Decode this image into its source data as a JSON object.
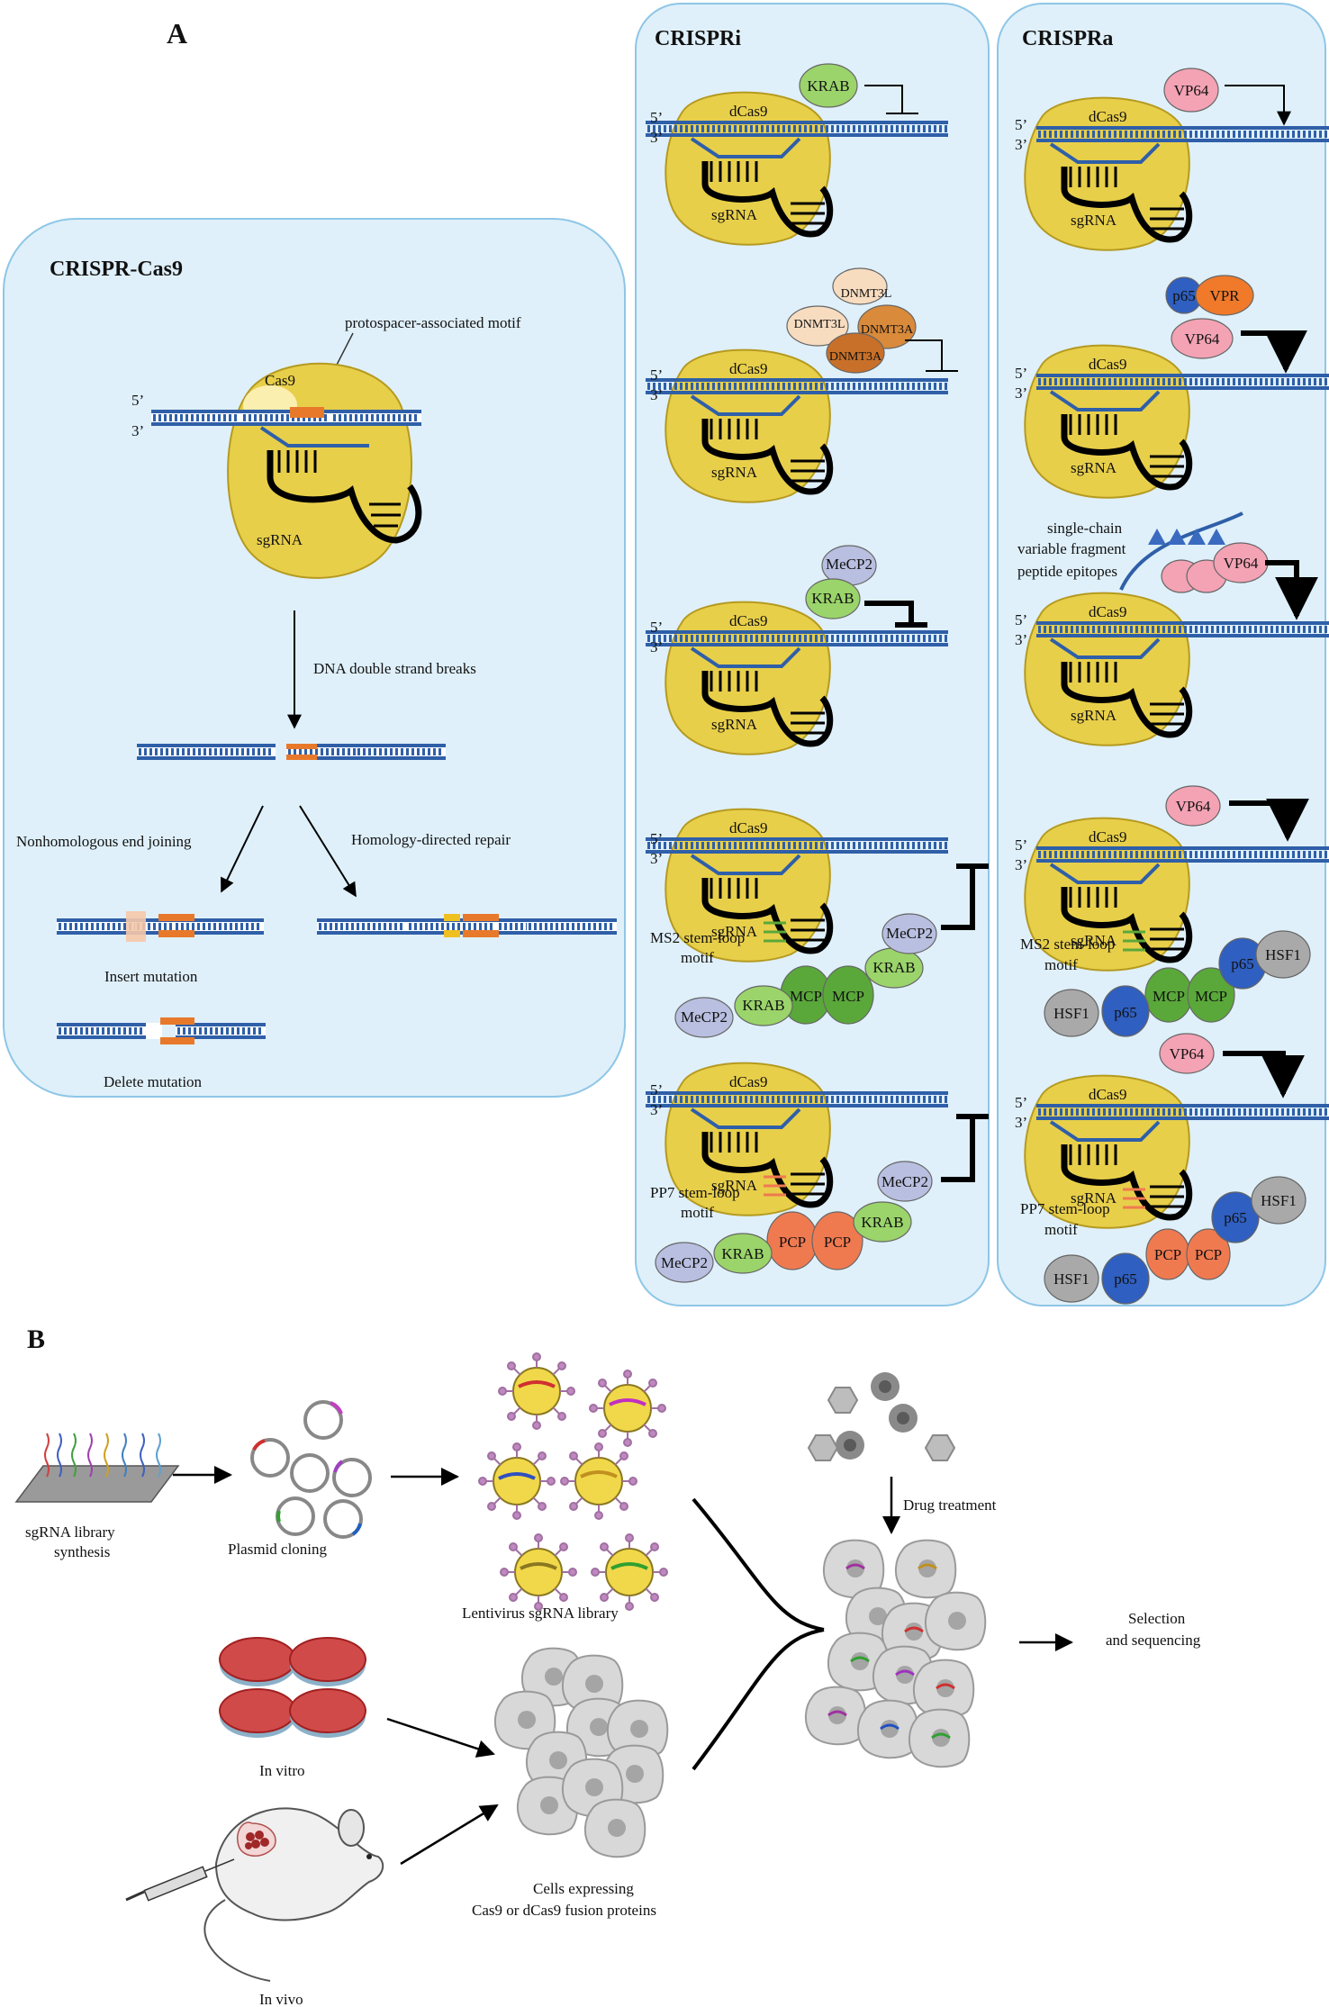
{
  "panel_a": {
    "letter": "A",
    "cas9": {
      "title": "CRISPR-Cas9",
      "pam_label": "protospacer-associated motif",
      "protein": "Cas9",
      "guide": "sgRNA",
      "five": "5’",
      "three": "3’",
      "step_dsb": "DNA double strand breaks",
      "step_nhej": "Nonhomologous end joining",
      "step_hdr": "Homology-directed repair",
      "insert": "Insert mutation",
      "delete": "Delete mutation"
    },
    "crispri": {
      "title": "CRISPRi",
      "dcas9": "dCas9",
      "sgrna": "sgRNA",
      "krab": "KRAB",
      "mecp2": "MeCP2",
      "dnmt3l": "DNMT3L",
      "dnmt3a": "DNMT3A",
      "mcp": "MCP",
      "pcp": "PCP",
      "ms2": "MS2 stem-loop",
      "pp7": "PP7 stem-loop",
      "motif": "motif"
    },
    "crispra": {
      "title": "CRISPRa",
      "dcas9": "dCas9",
      "sgrna": "sgRNA",
      "vp64": "VP64",
      "vpr": "VPR",
      "p65": "p65",
      "hsf1": "HSF1",
      "mcp": "MCP",
      "pcp": "PCP",
      "scfv1": "single-chain",
      "scfv2": "variable fragment",
      "scfv3": "peptide epitopes",
      "ms2": "MS2 stem-loop",
      "pp7": "PP7 stem-loop",
      "motif": "motif"
    }
  },
  "panel_b": {
    "letter": "B",
    "library1": "sgRNA library",
    "library2": "synthesis",
    "plasmid": "Plasmid cloning",
    "lenti": "Lentivirus sgRNA library",
    "drug": "Drug treatment",
    "selection1": "Selection",
    "selection2": "and sequencing",
    "invitro": "In vitro",
    "invivo": "In vivo",
    "cells1": "Cells expressing",
    "cells2": "Cas9 or dCas9 fusion proteins"
  },
  "colors": {
    "panel_fill": "#dff0fa",
    "panel_stroke": "#8ec6e6",
    "dna": "#2f5fa8",
    "cas9": "#e8cf4a",
    "pam": "#e8792b",
    "krab": "#9bd46a",
    "mecp2": "#b9bfe0",
    "vp64": "#f3a3b4",
    "p65": "#2f5fc0",
    "vpr": "#f07a2a",
    "hsf1": "#a9a9a9",
    "mcp": "#5aa83a",
    "pcp": "#f07a50",
    "dnmt": "#d98a3a"
  }
}
